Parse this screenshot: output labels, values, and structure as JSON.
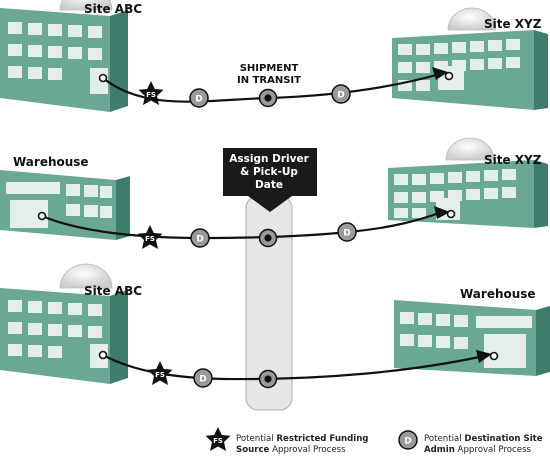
{
  "rows": [
    {
      "source_label": "Site ABC",
      "dest_label": "Site XYZ"
    },
    {
      "source_label": "Warehouse",
      "dest_label": "Site XYZ"
    },
    {
      "source_label": "Site ABC",
      "dest_label": "Warehouse"
    }
  ],
  "transit_label_line1": "SHIPMENT",
  "transit_label_line2": "IN TRANSIT",
  "assign_callout": {
    "line1": "Assign Driver",
    "line2": "& Pick-Up",
    "line3": "Date"
  },
  "markers": {
    "fs": "FS",
    "d": "D"
  },
  "legend": {
    "fs_prefix": "Potential ",
    "fs_bold_1": "Restricted Funding",
    "fs_bold_2": "Source",
    "fs_suffix": " Approval Process",
    "d_prefix": "Potential ",
    "d_bold_1": "Destination Site",
    "d_bold_2": "Admin",
    "d_suffix": " Approval Process"
  },
  "colors": {
    "building_front": "#6aa795",
    "building_side": "#3f7c6c",
    "window": "#e4efe9",
    "marker_fill": "#9a9a9a",
    "bar_fill": "#e6e6e6",
    "callout_fill": "#1a1a1a"
  }
}
